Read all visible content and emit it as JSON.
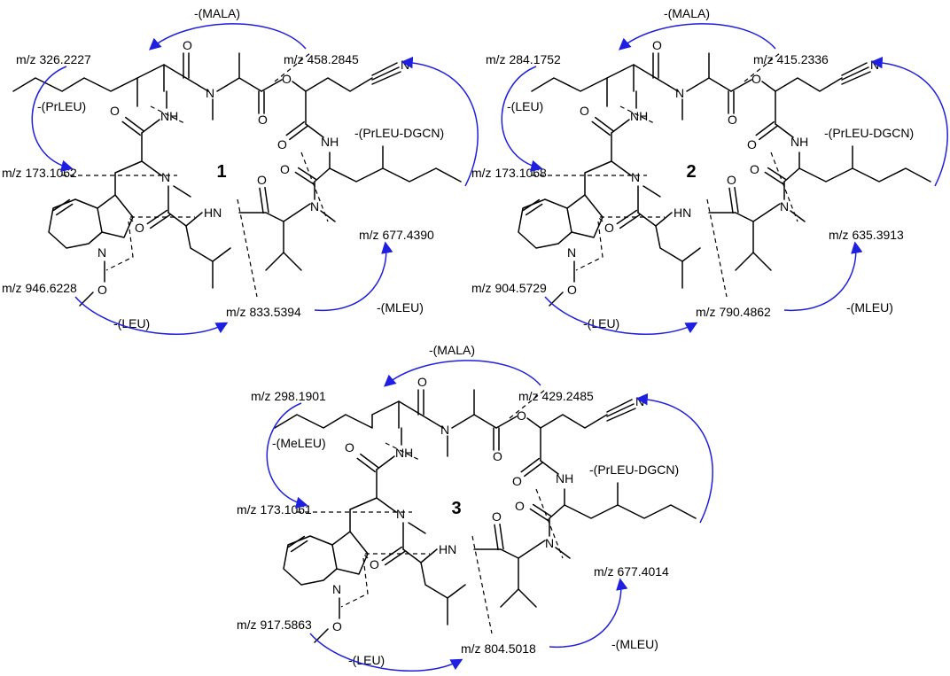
{
  "colors": {
    "arrow": "#1f1fe0",
    "ink": "#000000",
    "background": "#ffffff"
  },
  "compounds": [
    {
      "number": "1",
      "fragments": [
        "m/z 326.2227",
        "m/z 458.2845",
        "m/z 173.1062",
        "m/z 677.4390",
        "m/z 946.6228",
        "m/z 833.5394"
      ],
      "losses": [
        "-(MALA)",
        "-(PrLEU)",
        "-(PrLEU-DGCN)",
        "-(LEU)",
        "-(MLEU)"
      ]
    },
    {
      "number": "2",
      "fragments": [
        "m/z 284.1752",
        "m/z 415.2336",
        "m/z 173.1068",
        "m/z 635.3913",
        "m/z 904.5729",
        "m/z 790.4862"
      ],
      "losses": [
        "-(MALA)",
        "-(LEU)",
        "-(PrLEU-DGCN)",
        "-(LEU)",
        "-(MLEU)"
      ]
    },
    {
      "number": "3",
      "fragments": [
        "m/z 298.1901",
        "m/z 429.2485",
        "m/z 173.1061",
        "m/z 677.4014",
        "m/z 917.5863",
        "m/z 804.5018"
      ],
      "losses": [
        "-(MALA)",
        "-(MeLEU)",
        "-(PrLEU-DGCN)",
        "-(LEU)",
        "-(MLEU)"
      ]
    }
  ],
  "atoms": {
    "O": "O",
    "N": "N",
    "NH": "NH",
    "HN": "HN",
    "CN": "N",
    "ester_O": "O"
  }
}
